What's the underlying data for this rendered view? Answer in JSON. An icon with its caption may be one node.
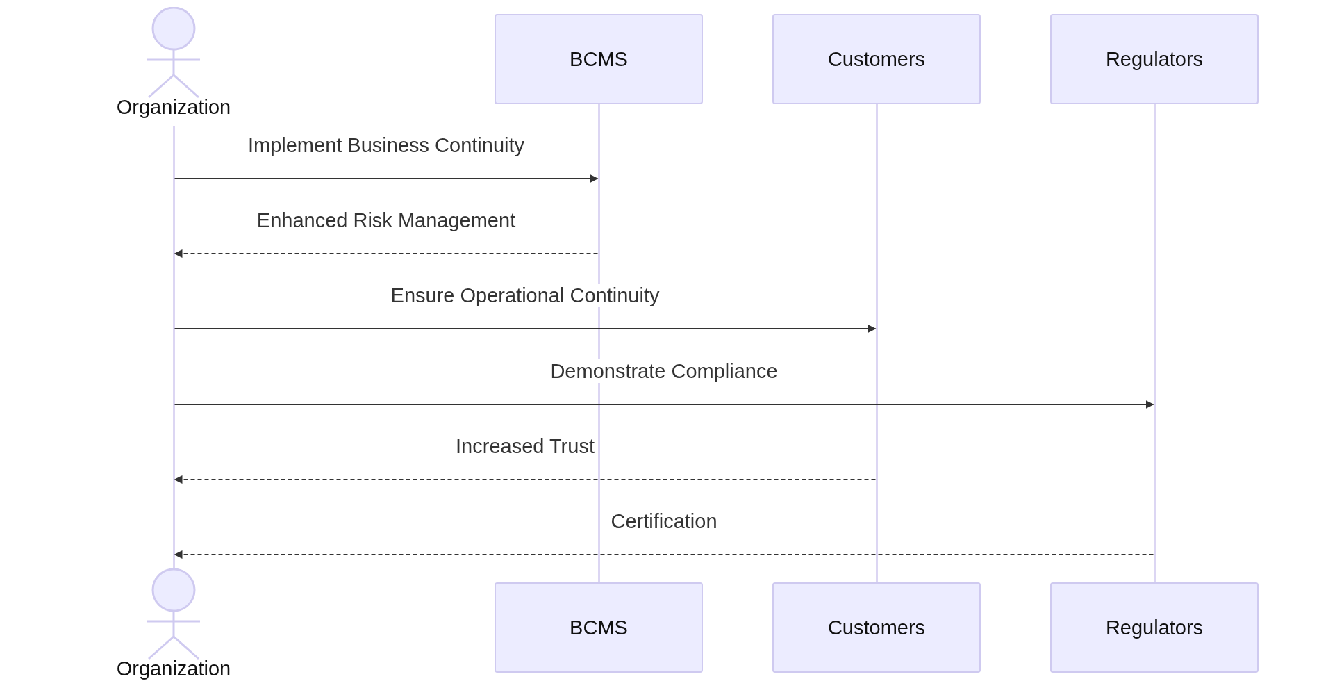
{
  "diagram": {
    "nodes": [
      {
        "text": [
          "Organization"
        ]
      },
      {
        "text": [
          "BCMS"
        ]
      },
      {
        "text": [
          "Customers"
        ]
      },
      {
        "text": [
          "Regulators"
        ]
      },
      {
        "text": [],
        "shape": "bar"
      },
      {
        "text": [],
        "shape": "bar"
      },
      {
        "text": [],
        "shape": "bar"
      },
      {
        "text": [],
        "shape": "bar"
      },
      {
        "text": [
          "Organization"
        ]
      },
      {
        "text": [
          "BCMS"
        ]
      },
      {
        "text": [
          "Customers"
        ]
      },
      {
        "text": [
          "Regulators"
        ]
      }
    ],
    "edges": [
      {
        "from": 4,
        "to": 5,
        "arrow": "to",
        "label": "Implement Business Continuity"
      },
      {
        "from": 5,
        "to": 4,
        "arrow": "to",
        "label": "Enhanced Risk Management",
        "style": "dashed"
      },
      {
        "from": 4,
        "to": 6,
        "arrow": "to",
        "label": "Ensure Operational Continuity"
      },
      {
        "from": 4,
        "to": 7,
        "arrow": "to",
        "label": "Demonstrate Compliance"
      },
      {
        "from": 6,
        "to": 4,
        "arrow": "to",
        "label": "Increased Trust",
        "style": "dashed"
      },
      {
        "from": 7,
        "to": 4,
        "arrow": "to",
        "label": "Certification",
        "style": "dashed"
      }
    ]
  }
}
